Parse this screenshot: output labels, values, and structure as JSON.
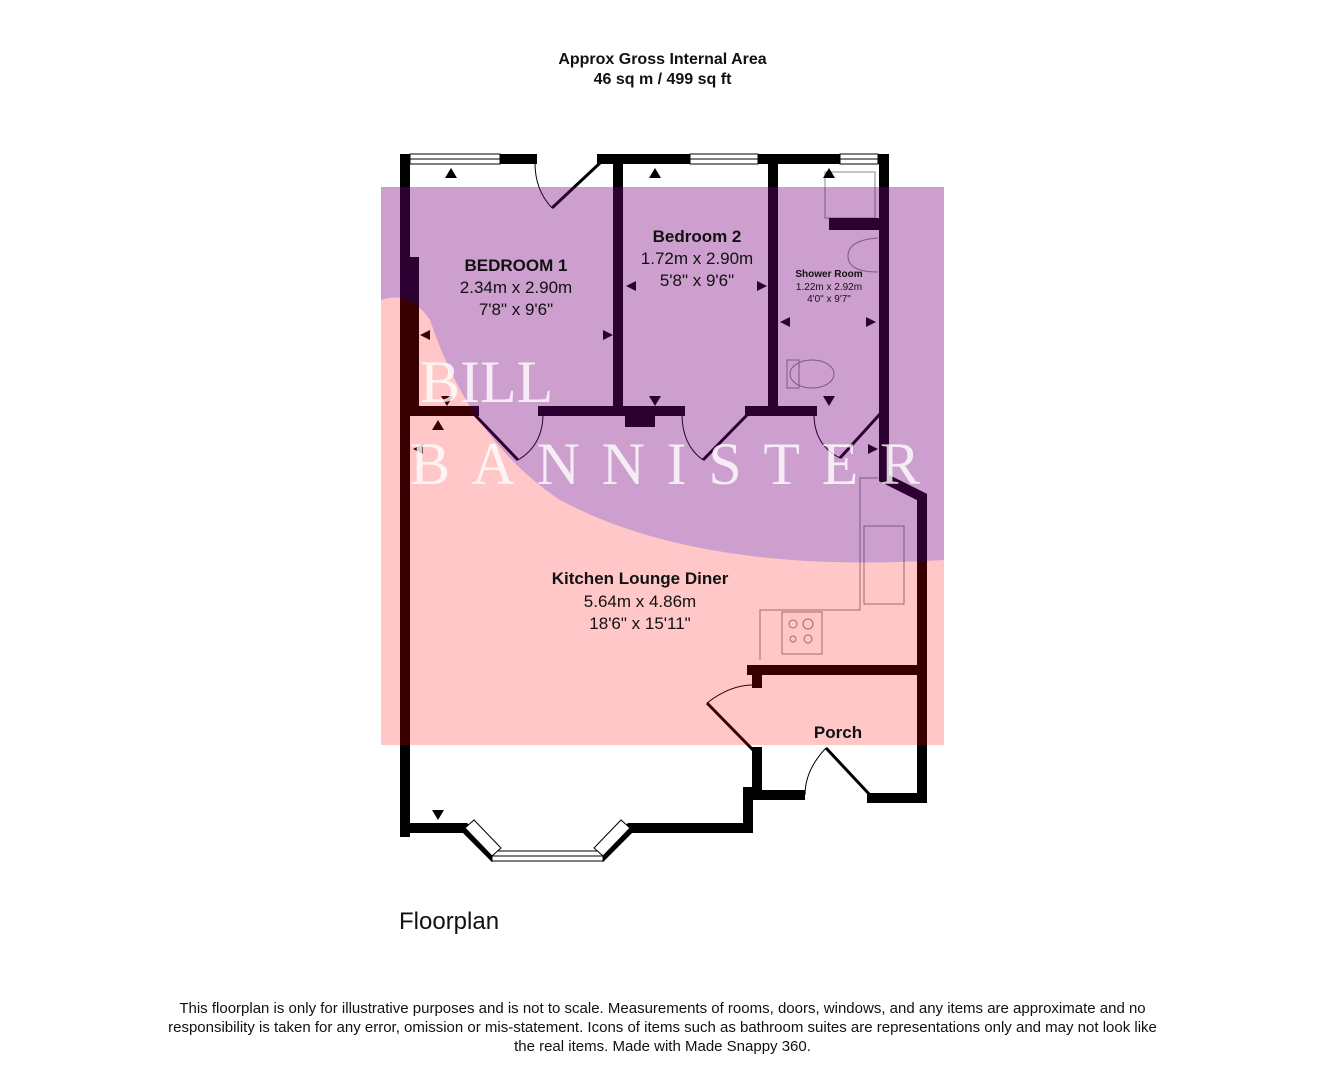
{
  "header": {
    "line1": "Approx Gross Internal Area",
    "line2": "46 sq m / 499 sq ft"
  },
  "rooms": [
    {
      "name": "BEDROOM 1",
      "metric": "2.34m x 2.90m",
      "imperial": "7'8\" x 9'6\""
    },
    {
      "name": "Bedroom 2",
      "metric": "1.72m x 2.90m",
      "imperial": "5'8\" x 9'6\""
    },
    {
      "name": "Shower Room",
      "metric": "1.22m x 2.92m",
      "imperial": "4'0\" x 9'7\""
    },
    {
      "name": "Kitchen Lounge Diner",
      "metric": "5.64m x 4.86m",
      "imperial": "18'6\" x 15'11\""
    },
    {
      "name": "Porch"
    }
  ],
  "watermark": {
    "line1": "BILL",
    "line2": "BANNISTER"
  },
  "caption": "Floorplan",
  "disclaimer": "This floorplan is only for illustrative purposes and is not to scale. Measurements of rooms, doors, windows, and any items are approximate and no responsibility is taken for any error, omission or mis-statement. Icons of items such as bathroom suites are representations only and may not look like the real items. Made with Made Snappy 360.",
  "colors": {
    "wall": "#000000",
    "overlay_blue": "#0000f0",
    "overlay_red": "#ff0000"
  }
}
